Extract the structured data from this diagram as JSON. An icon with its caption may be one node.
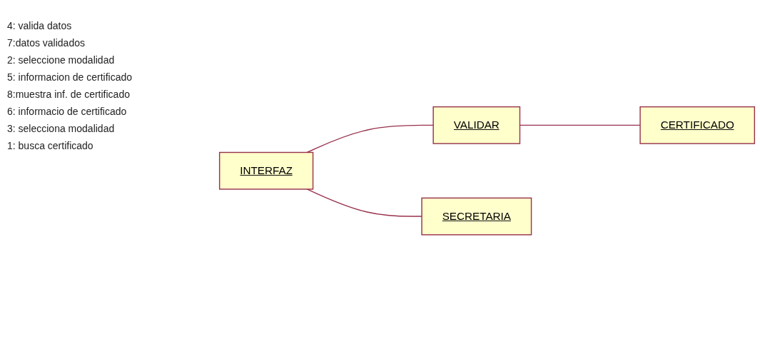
{
  "diagram": {
    "nodes": [
      {
        "text": [
          "INTERFAZ"
        ]
      },
      {
        "text": [
          "VALIDAR"
        ]
      },
      {
        "text": [
          "CERTIFICADO"
        ]
      },
      {
        "text": [
          "SECRETARIA"
        ]
      }
    ],
    "edges": [
      {
        "from": 0,
        "to": 1,
        "arrow": "none"
      },
      {
        "from": 0,
        "to": 3,
        "arrow": "none"
      },
      {
        "from": 1,
        "to": 2,
        "arrow": "none"
      }
    ],
    "labels": [
      "4: valida datos",
      "7:datos validados",
      "2: seleccione modalidad",
      "5: informacion de certificado",
      "8:muestra inf. de certificado",
      "6: informacio de certificado",
      "3: selecciona modalidad",
      "1: busca certificado"
    ]
  }
}
